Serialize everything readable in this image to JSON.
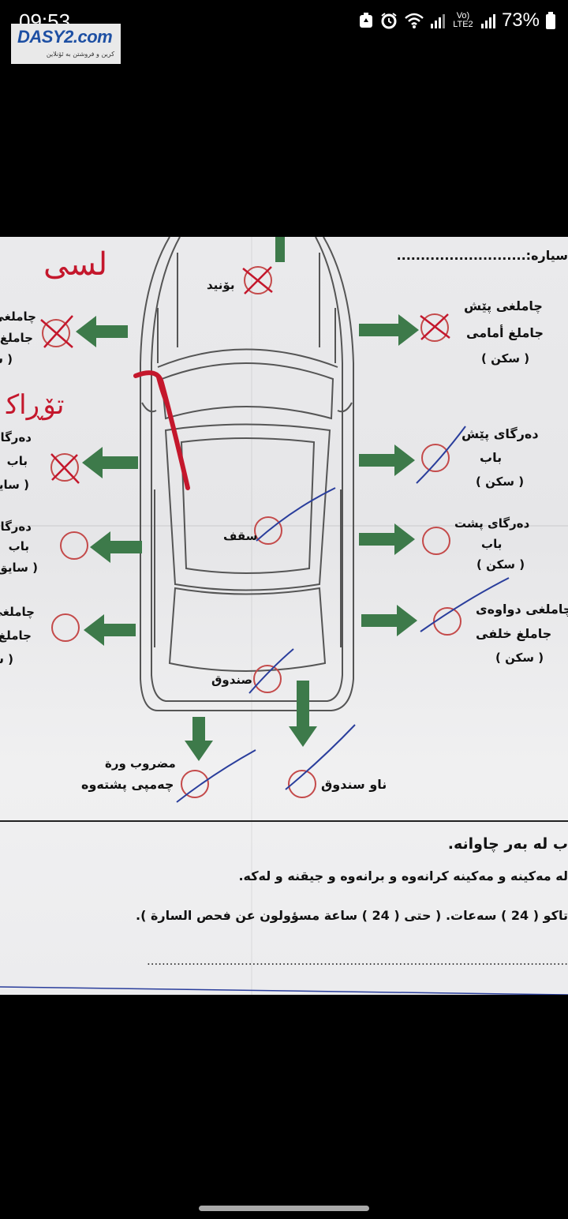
{
  "status_bar": {
    "time": "09:53",
    "battery": "73%",
    "network": "Vo) LTE2",
    "icons": [
      "recycle-icon",
      "alarm-icon",
      "wifi-icon",
      "signal-icon",
      "signal-icon-2",
      "battery-icon"
    ]
  },
  "watermark": {
    "logo": "DASY2.com",
    "subtitle": "کرین و فروشتن بە ئۆنلاین"
  },
  "form": {
    "header_field": "سیارە:...........................",
    "handwritten": {
      "top": "ﻟﺴﯽ",
      "middle": "ﺗﯚڕاﮐ"
    },
    "labels": {
      "bonnet": "بۆنید",
      "front_bumper_1": "چاملغی پێش",
      "front_bumper_2": "جاملغ أمامی",
      "front_bumper_3": "( سکن )",
      "front_door_1": "دەرگای پێش",
      "front_door_2": "باب",
      "front_door_3": "( سکن )",
      "rear_door_1": "دەرگای پشت",
      "rear_door_2": "باب",
      "rear_door_3": "( سکن )",
      "rear_bumper_1": "چاملغی دواوەی",
      "rear_bumper_2": "جاملغ خلفی",
      "rear_bumper_3": "( سکن )",
      "roof": "سقف",
      "trunk": "صندوق",
      "inside_trunk": "ناو سندوق",
      "rear_panel_1": "مضروب ورة",
      "rear_panel_2": "چەمپی پشتەوە",
      "left_bumper_1": "چاملغی",
      "left_bumper_2": "جاملغ",
      "left_bumper_3": "( س",
      "left_front_door_1": "دەرگای",
      "left_front_door_2": "باب",
      "left_front_door_3": "( سایق",
      "left_rear_door_1": "دەرگای پشـ",
      "left_rear_door_2": "باب",
      "left_rear_door_3": "( سایق )",
      "left_rear_bumper_1": "چاملغی",
      "left_rear_bumper_2": "جاملغ",
      "left_rear_bumper_3": "( سـ"
    },
    "notes": {
      "line1": "ب لە بەر چاوانە.",
      "line2": "لە مەکینە و مەکینە کرانەوە و برانەوە و جیقنە و لەکە.",
      "line3": "تاکو ( 24 ) سەعات. ( حتی ( 24 ) ساعة مسؤولون عن فحص السارة ).",
      "dots": "................................................................................................................"
    }
  },
  "colors": {
    "arrow": "#3d7a4a",
    "pen_blue": "#2a3e9c",
    "pen_red": "#c4172c",
    "paper": "#e8e8ea"
  }
}
